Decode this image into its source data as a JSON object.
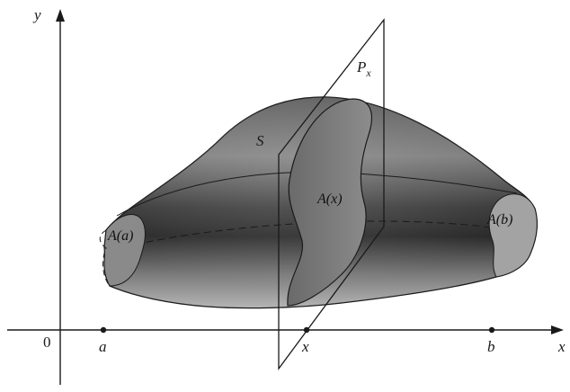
{
  "axes": {
    "x_axis_label": "x",
    "y_axis_label": "y",
    "origin_label": "0"
  },
  "ticks": {
    "a": "a",
    "x": "x",
    "b": "b"
  },
  "solid": {
    "label": "S"
  },
  "plane": {
    "label_main": "P",
    "label_sub": "x"
  },
  "cross_sections": {
    "left": "A(a)",
    "middle": "A(x)",
    "right": "A(b)"
  },
  "colors": {
    "ink": "#1a1a1a",
    "solid_dark": "#4a4a4a",
    "solid_mid": "#7a7a7a",
    "solid_light": "#bdbdbd",
    "section_fill": "#6e6e6e"
  }
}
